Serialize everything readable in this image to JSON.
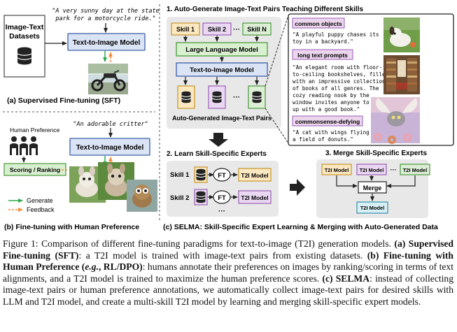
{
  "panel_a": {
    "datasets_label_1": "Image-Text",
    "datasets_label_2": "Datasets",
    "prompt_line_1": "\"A very sunny day at the state",
    "prompt_line_2": "park for a motorcycle ride.\"",
    "model_label": "Text-to-Image Model",
    "title": "(a) Supervised Fine-tuning (SFT)"
  },
  "panel_b": {
    "human_pref_label": "Human Preference",
    "prompt": "\"An adorable critter\"",
    "model_label": "Text-to-Image Model",
    "scoring_label": "Scoring / Ranking",
    "legend_generate": "Generate",
    "legend_feedback": "Feedback",
    "title": "(b) Fine-tuning with Human Preference"
  },
  "panel_c": {
    "step1_title": "1. Auto-Generate Image-Text Pairs Teaching Different Skills",
    "skill_1": "Skill 1",
    "skill_2": "Skill 2",
    "ellipsis": "···",
    "skill_n": "Skill N",
    "llm_label": "Large Language Model",
    "t2i_label": "Text-to-Image Model",
    "pairs_label": "Auto-Generated Image-Text Pairs",
    "examples": [
      {
        "tag": "common objects",
        "lines": [
          "\"A playful puppy chases its",
          "toy in a backyard.\""
        ]
      },
      {
        "tag": "long text prompts",
        "lines": [
          "\"An elegant room with floor-",
          "to-ceiling bookshelves, filled",
          "with an impressive collection",
          "of books of all genres. The",
          "cozy reading nook by the",
          "window invites anyone to curl",
          "up with a good book.\""
        ]
      },
      {
        "tag": "commonsense-defying",
        "lines": [
          "\"A cat with wings flying over",
          "a field of donuts.\""
        ]
      }
    ],
    "step2_title": "2. Learn Skill-Specific Experts",
    "expert_rows": [
      {
        "skill": "Skill 1",
        "ft": "FT",
        "model": "T2I Model"
      },
      {
        "skill": "Skill 2",
        "ft": "FT",
        "model": "T2I Model"
      }
    ],
    "vertical_ellipsis": "···",
    "step3_title": "3. Merge Skill-Specific Experts",
    "merge_models": [
      "T2I Model",
      "T2I Model",
      "T2I Model"
    ],
    "merge_label": "Merge",
    "merged_model": "T2I Model",
    "title": "(c) SELMA: Skill-Specific Expert Learning & Merging with Auto-Generated Data"
  },
  "colors": {
    "model_box_fill": "#dbe4f5",
    "model_box_stroke": "#3b5fa8",
    "llm_fill": "#d8efd0",
    "llm_stroke": "#4a9a3a",
    "skill1_fill": "#fbe8c0",
    "skill2_fill": "#ead8f2",
    "skilln_fill": "#dceed5",
    "tag_fill": "#ecd6ee",
    "panel_bg": "#e8e8e8",
    "generate_arrow": "#2fa84f",
    "feedback_arrow": "#f28c3b"
  },
  "caption": {
    "fig_label": "Figure 1:",
    "intro": "Comparison of different fine-tuning paradigms for text-to-image (T2I) generation models.",
    "a_head": "(a) Supervised Fine-tuning (SFT)",
    "a_text": ": a T2I model is trained with image-text pairs from existing datasets.",
    "b_head_1": "(b) Fine-tuning with Human Preference (",
    "b_head_eg": "e.g.",
    "b_head_2": ", RL/DPO)",
    "b_text": ": humans annotate their preferences on images by ranking/scoring in terms of text alignments, and a T2I model is trained to maximize the human preference scores.",
    "c_head": "(c) SELMA",
    "c_text": ": instead of collecting image-text pairs or human preference annotations, we automatically collect image-text pairs for desired skills with LLM and T2I model, and create a multi-skill T2I model by learning and merging skill-specific expert models."
  }
}
